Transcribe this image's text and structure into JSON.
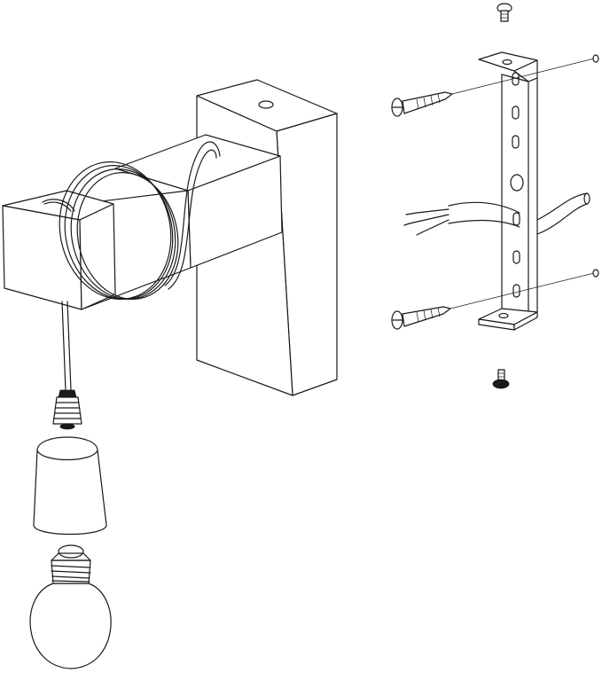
{
  "diagram": {
    "parts": [
      {
        "id": "wall-plate",
        "icon": "wall-plate-icon"
      },
      {
        "id": "lamp-arm",
        "icon": "square-arm-icon"
      },
      {
        "id": "coiled-cable",
        "icon": "cable-coil-icon"
      },
      {
        "id": "lamp-holder",
        "icon": "socket-icon"
      },
      {
        "id": "light-bulb",
        "icon": "bulb-icon"
      },
      {
        "id": "mounting-bracket",
        "icon": "bracket-icon"
      },
      {
        "id": "wall-screws",
        "icon": "screw-icon",
        "count": 2
      },
      {
        "id": "wall-plugs",
        "icon": "dowel-icon",
        "count": 2
      },
      {
        "id": "fixing-screws",
        "icon": "small-screw-icon",
        "count": 2
      },
      {
        "id": "mains-cable",
        "icon": "wire-icon"
      }
    ],
    "colors": {
      "stroke": "#1a1a1a",
      "background": "#ffffff"
    }
  }
}
